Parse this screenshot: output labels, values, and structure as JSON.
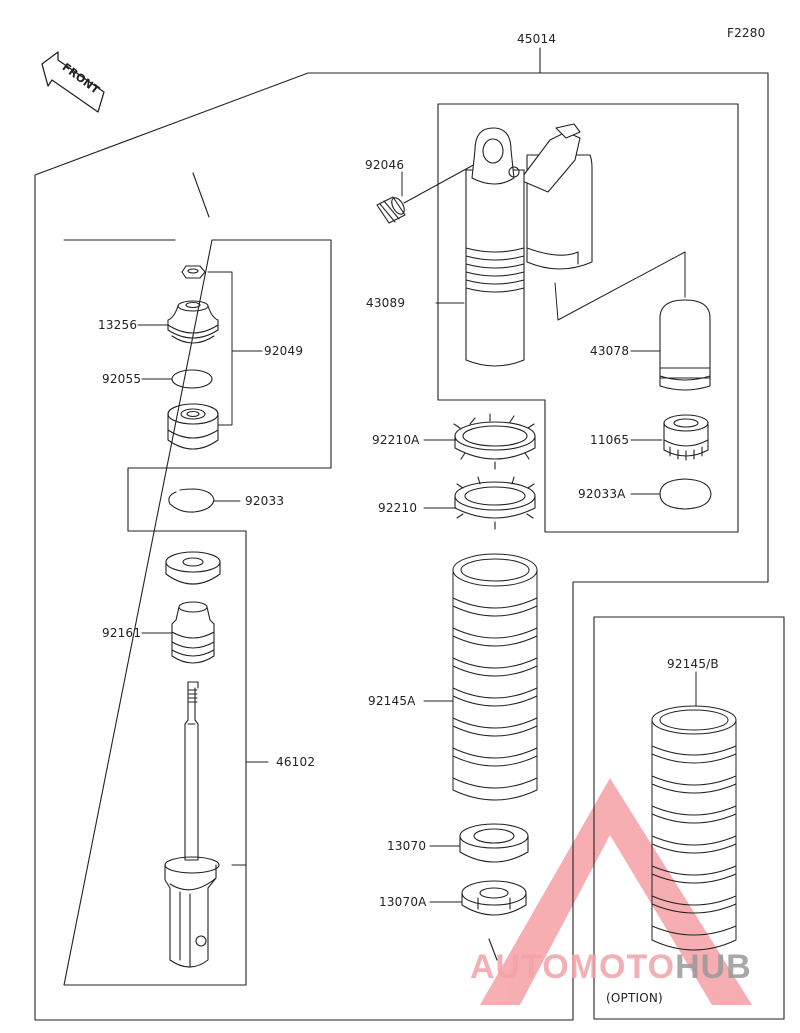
{
  "diagram": {
    "code": "F2280",
    "front_label": "FRONT",
    "option_label": "(OPTION)",
    "labels": {
      "p45014": "45014",
      "p92046": "92046",
      "p43089": "43089",
      "p43078": "43078",
      "p11065": "11065",
      "p92033A": "92033A",
      "p92210A": "92210A",
      "p92210": "92210",
      "p92145A": "92145A",
      "p13070": "13070",
      "p13070A": "13070A",
      "p92145B": "92145/B",
      "p13256": "13256",
      "p92049": "92049",
      "p92055": "92055",
      "p92033": "92033",
      "p92161": "92161",
      "p46102": "46102"
    }
  },
  "watermark": {
    "brand_part1": "AUTOMOTO",
    "brand_part2": "HUB",
    "color_primary": "#f2a3a8",
    "color_secondary": "#9a9a9a"
  },
  "colors": {
    "line": "#222222",
    "part_fill": "#ffffff"
  }
}
